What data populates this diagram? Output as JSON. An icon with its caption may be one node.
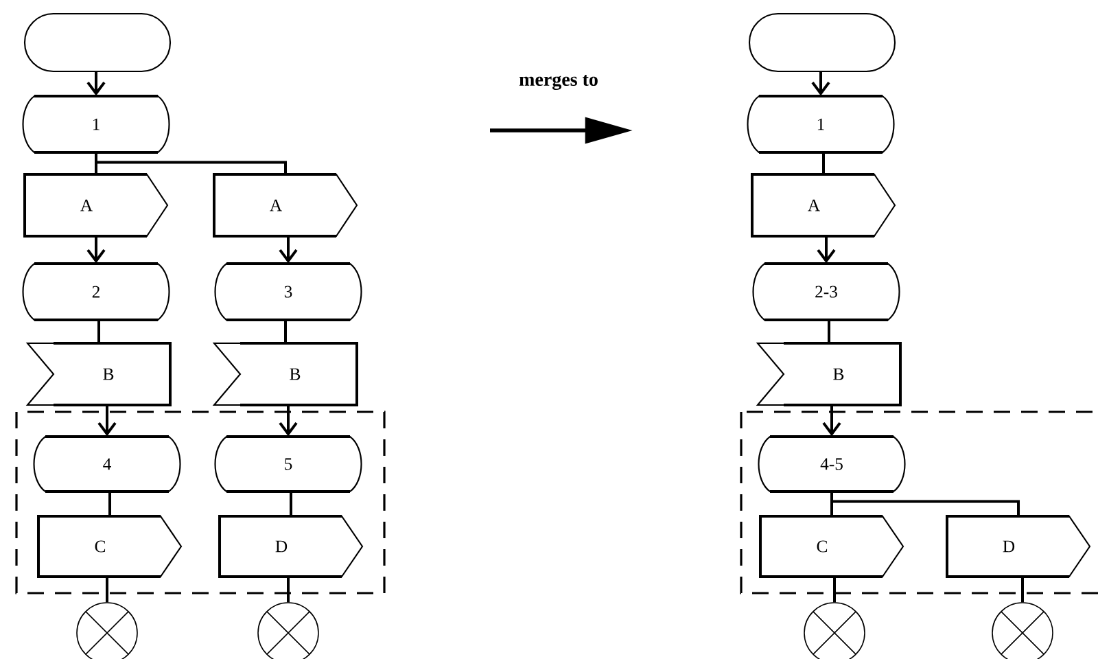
{
  "diagram": {
    "nodes": [
      {
        "text": [],
        "shape": "oval"
      },
      {
        "text": [
          "1"
        ]
      },
      {
        "text": [
          "A"
        ]
      },
      {
        "text": [
          "A"
        ]
      },
      {
        "text": [
          "2"
        ]
      },
      {
        "text": [
          "3"
        ]
      },
      {
        "text": [
          "B"
        ]
      },
      {
        "text": [
          "B"
        ]
      },
      {
        "text": [],
        "shape": "box"
      },
      {
        "text": [
          "4"
        ],
        "in": 8
      },
      {
        "text": [
          "5"
        ],
        "in": 8
      },
      {
        "text": [
          "C"
        ],
        "in": 8
      },
      {
        "text": [
          "D"
        ],
        "in": 8
      },
      {
        "text": [],
        "shape": "circle"
      },
      {
        "text": [],
        "shape": "circle"
      },
      {
        "text": [],
        "shape": "oval"
      },
      {
        "text": [
          "1"
        ]
      },
      {
        "text": [
          "A"
        ]
      },
      {
        "text": [
          "2-3"
        ]
      },
      {
        "text": [
          "B"
        ]
      },
      {
        "text": [],
        "shape": "box"
      },
      {
        "text": [
          "4-5"
        ],
        "in": 20
      },
      {
        "text": [
          "C"
        ],
        "in": 20
      },
      {
        "text": [
          "D"
        ],
        "in": 20
      },
      {
        "text": [],
        "shape": "circle"
      },
      {
        "text": [],
        "shape": "circle"
      }
    ],
    "edges": [
      {
        "from": 0,
        "to": 1,
        "arrow": "to"
      },
      {
        "from": 1,
        "to": 2,
        "arrow": "none"
      },
      {
        "from": 1,
        "to": 3,
        "arrow": "none"
      },
      {
        "from": 2,
        "to": 4,
        "arrow": "to"
      },
      {
        "from": 3,
        "to": 5,
        "arrow": "to"
      },
      {
        "from": 4,
        "to": 6,
        "arrow": "none"
      },
      {
        "from": 5,
        "to": 7,
        "arrow": "none"
      },
      {
        "from": 6,
        "to": 9,
        "arrow": "to"
      },
      {
        "from": 7,
        "to": 10,
        "arrow": "to"
      },
      {
        "from": 9,
        "to": 11,
        "arrow": "none"
      },
      {
        "from": 10,
        "to": 12,
        "arrow": "none"
      },
      {
        "from": 11,
        "to": 13,
        "arrow": "none"
      },
      {
        "from": 12,
        "to": 14,
        "arrow": "none"
      },
      {
        "from": 15,
        "to": 16,
        "arrow": "to"
      },
      {
        "from": 16,
        "to": 17,
        "arrow": "none"
      },
      {
        "from": 17,
        "to": 18,
        "arrow": "to"
      },
      {
        "from": 18,
        "to": 19,
        "arrow": "none"
      },
      {
        "from": 19,
        "to": 21,
        "arrow": "to"
      },
      {
        "from": 21,
        "to": 22,
        "arrow": "none"
      },
      {
        "from": 21,
        "to": 23,
        "arrow": "none"
      },
      {
        "from": 22,
        "to": 24,
        "arrow": "none"
      },
      {
        "from": 23,
        "to": 25,
        "arrow": "none"
      }
    ],
    "labels": [
      "merges to"
    ]
  }
}
